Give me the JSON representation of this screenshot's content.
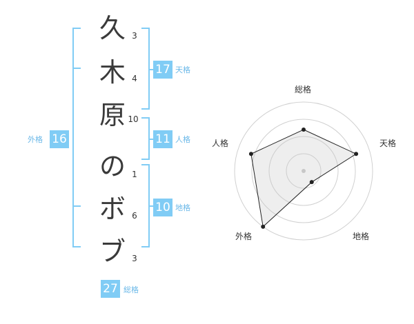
{
  "name": {
    "chars": [
      "久",
      "木",
      "原",
      "の",
      "ボ",
      "ブ"
    ],
    "strokes": [
      "3",
      "4",
      "10",
      "1",
      "6",
      "3"
    ]
  },
  "kakusu": {
    "tenkaku": {
      "value": "17",
      "label": "天格"
    },
    "jinkaku": {
      "value": "11",
      "label": "人格"
    },
    "chikaku": {
      "value": "10",
      "label": "地格"
    },
    "gaikaku": {
      "value": "16",
      "label": "外格"
    },
    "soukaku": {
      "value": "27",
      "label": "総格"
    }
  },
  "colors": {
    "accent": "#80ccf5",
    "text": "#333333"
  },
  "chart_data": {
    "type": "radar",
    "axes": [
      "総格",
      "天格",
      "地格",
      "外格",
      "人格"
    ],
    "values": [
      3,
      4,
      1,
      5,
      4
    ],
    "rmax": 5,
    "rings": 4,
    "grid": true
  }
}
